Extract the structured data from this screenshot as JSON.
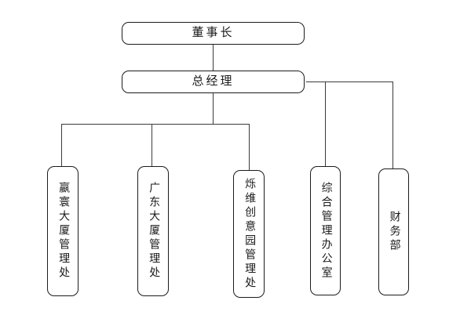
{
  "chart": {
    "type": "org-chart",
    "title": "",
    "orientation": "top-down",
    "levels": 3,
    "nodes": {
      "chairman": {
        "label": "董事长",
        "level": 1
      },
      "general_manager": {
        "label": "总经理",
        "level": 2
      },
      "departments": [
        {
          "id": "yinghuan",
          "label": "嬴寰大厦管理处",
          "level": 3,
          "branch": "left-bus"
        },
        {
          "id": "guangdong",
          "label": "广东大厦管理处",
          "level": 3,
          "branch": "left-bus"
        },
        {
          "id": "shuowei",
          "label": "烁维创意园管理处",
          "level": 3,
          "branch": "left-bus"
        },
        {
          "id": "zonghe",
          "label": "综合管理办公室",
          "level": 3,
          "branch": "right-bus"
        },
        {
          "id": "caiwu",
          "label": "财务部",
          "level": 3,
          "branch": "right-bus"
        }
      ]
    },
    "edges": [
      {
        "from": "chairman",
        "to": "general_manager"
      },
      {
        "from": "general_manager",
        "to": "yinghuan"
      },
      {
        "from": "general_manager",
        "to": "guangdong"
      },
      {
        "from": "general_manager",
        "to": "shuowei"
      },
      {
        "from": "general_manager",
        "to": "zonghe"
      },
      {
        "from": "general_manager",
        "to": "caiwu"
      }
    ],
    "colors": {
      "background": "#ffffff",
      "box_border": "#1c1c1c",
      "box_fill": "#ffffff",
      "line": "#3b3b3b",
      "text": "#1a1a1a"
    }
  }
}
